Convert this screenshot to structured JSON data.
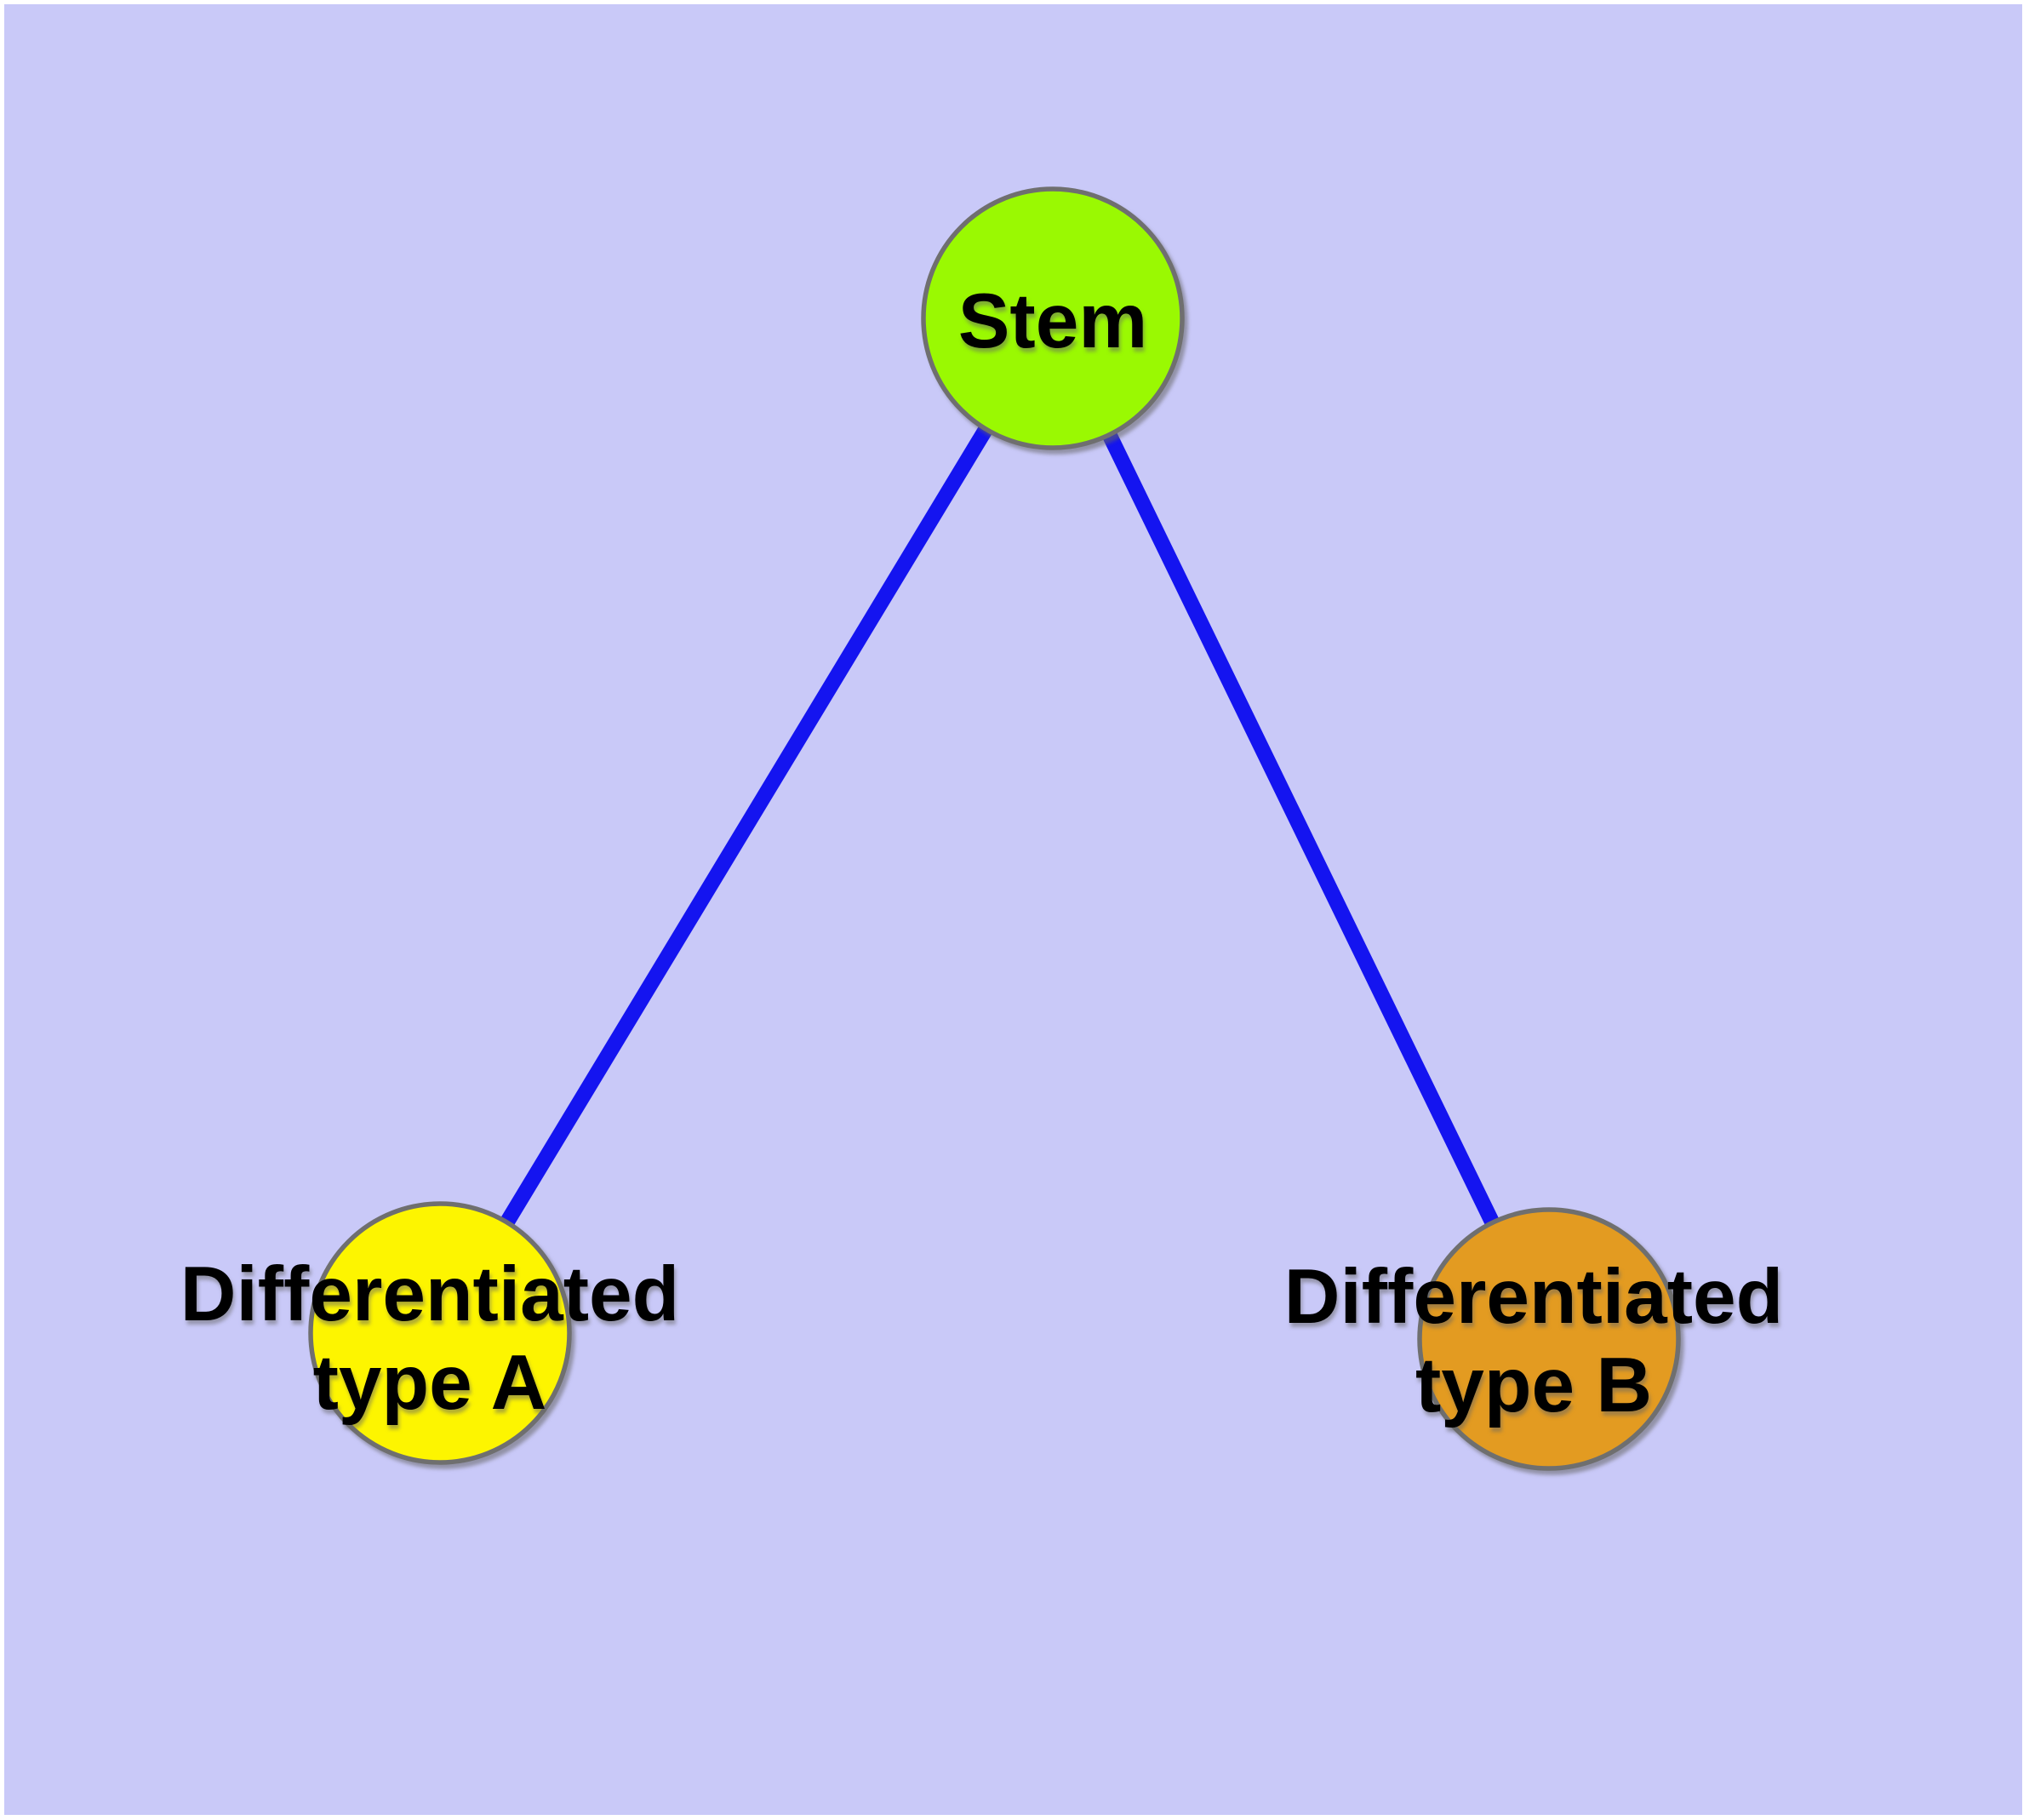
{
  "canvas": {
    "background_color": "#c9c9f8",
    "border_color": "#ffffff"
  },
  "graph": {
    "nodes": {
      "stem": {
        "label": "Stem",
        "color": "#9af902",
        "border_color": "#6f6f6f",
        "text_color": "#000000"
      },
      "type_a": {
        "label_line1": "Differentiated",
        "label_line2": "type A",
        "color": "#fdf500",
        "border_color": "#6f6f6f",
        "text_color": "#000000"
      },
      "type_b": {
        "label_line1": "Differentiated",
        "label_line2": "type B",
        "color": "#e39b21",
        "border_color": "#6f6f6f",
        "text_color": "#000000"
      }
    },
    "edges": {
      "color": "#1414f0",
      "list": [
        {
          "from": "Stem",
          "to": "Differentiated type A"
        },
        {
          "from": "Stem",
          "to": "Differentiated type B"
        }
      ]
    }
  }
}
